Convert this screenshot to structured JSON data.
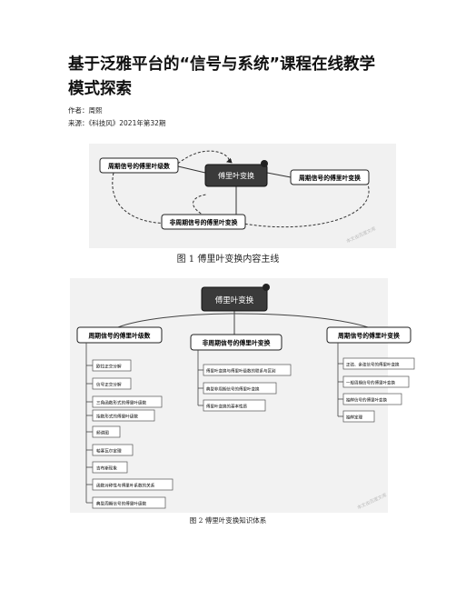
{
  "article": {
    "title_line1": "基于泛雅平台的“信号与系统”课程在线教学",
    "title_line2": "模式探索",
    "author": "作者：周熙",
    "source": "来源：《科技风》2021年第32期"
  },
  "figure1": {
    "caption": "图 1  傅里叶变换内容主线",
    "center": "傅里叶变换",
    "left": "周期信号的傅里叶级数",
    "right": "周期信号的傅里叶变换",
    "bottom": "非周期信号的傅里叶变换"
  },
  "figure2": {
    "caption": "图 2 傅里叶变换知识体系",
    "root": "傅里叶变换",
    "branches": [
      {
        "label": "周期信号的傅里叶级数",
        "items": [
          "欧拉正交分解",
          "信号正交分解",
          "三角函数形式的傅里叶级数",
          "指数形式的傅里叶级数",
          "频谱图",
          "帕塞瓦尔定理",
          "吉布斯现象",
          "函数对称性与傅里叶系数的关系",
          "典型周期信号的傅里叶级数"
        ]
      },
      {
        "label": "非周期信号的傅里叶变换",
        "items": [
          "傅里叶变换与傅里叶级数的联系与区别",
          "典型非周期信号的傅里叶变换",
          "傅里叶变换的基本性质"
        ]
      },
      {
        "label": "周期信号的傅里叶变换",
        "items": [
          "正弦、余弦信号的傅里叶变换",
          "一般周期信号的傅里叶变换",
          "抽样信号的傅里叶变换",
          "抽样定理"
        ]
      }
    ]
  },
  "watermark": "本文由百度文库"
}
